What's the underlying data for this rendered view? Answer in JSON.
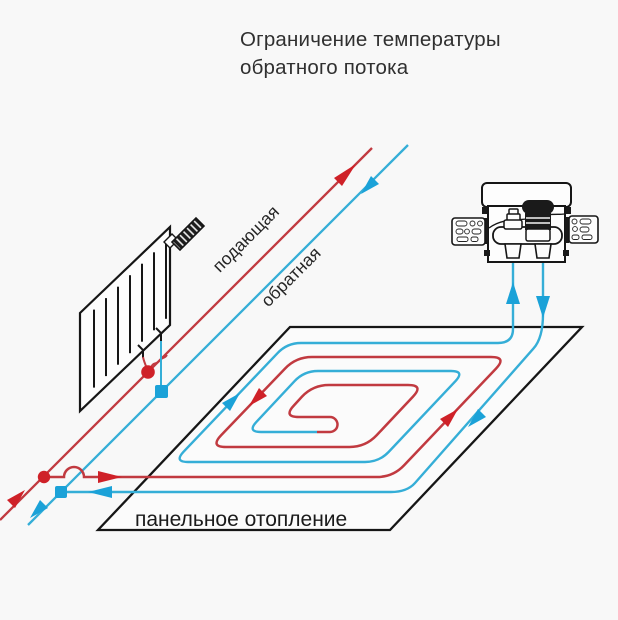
{
  "title": {
    "line1": "Ограничение температуры",
    "line2": "обратного потока"
  },
  "pipes": {
    "supply_label": "подающая",
    "return_label": "обратная"
  },
  "panel": {
    "label": "панельное отопление"
  },
  "components": {
    "radiator": "radiator-with-thermostatic-valve",
    "valve_box": "rtl-return-temperature-limiter-box",
    "floor_loop": "counterflow-heating-spiral"
  },
  "colors": {
    "supply": "#c13a40",
    "return": "#35aed7",
    "arrowRed": "#cf2128",
    "arrowBlue": "#1ba2d8",
    "outline": "#161616",
    "background": "#f8f8f8"
  }
}
